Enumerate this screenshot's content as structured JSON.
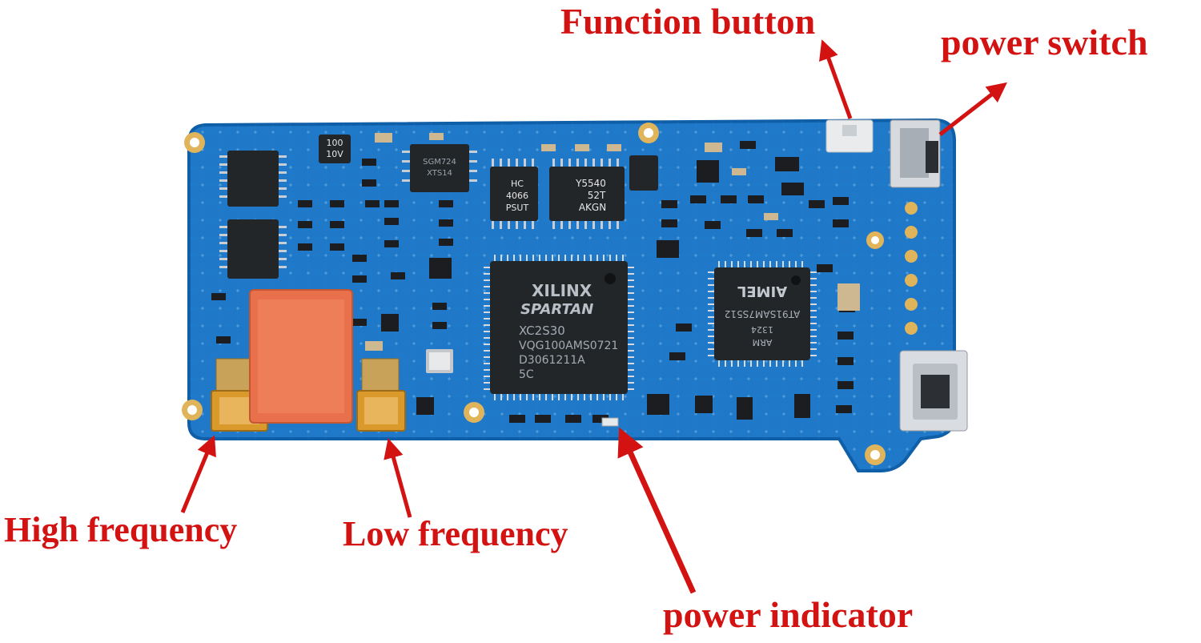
{
  "colors": {
    "annotation": "#d31212",
    "board": "#1f78c8",
    "board_edge": "#0f5ea8",
    "chip": "#232629",
    "connector_gold": "#d99a2b",
    "capacitor": "#e8704a",
    "pad_gold": "#e0b45a"
  },
  "callouts": {
    "function_button": "Function button",
    "power_switch": "power switch",
    "high_frequency": "High frequency",
    "low_frequency": "Low frequency",
    "power_indicator": "power indicator"
  },
  "chip_markings": {
    "fpga_brand": "XILINX",
    "fpga_family": "SPARTAN",
    "fpga_part": "XC2S30",
    "fpga_code": "VQG100AMS0721",
    "fpga_date": "D3061211A",
    "fpga_grade": "5C",
    "mcu_brand": "AIMEL",
    "mcu_part": "AT91SAM7S512",
    "mcu_code": "1324",
    "mcu_core": "ARM",
    "mux_line1": "HC",
    "mux_line2": "4066",
    "mux_line3": "PSUT",
    "ti_line1": "Y5540",
    "ti_line2": "52T",
    "ti_line3": "AKGN",
    "sgm_line1": "SGM724",
    "sgm_line2": "XTS14",
    "cap_text1": "100",
    "cap_text2": "10V"
  }
}
